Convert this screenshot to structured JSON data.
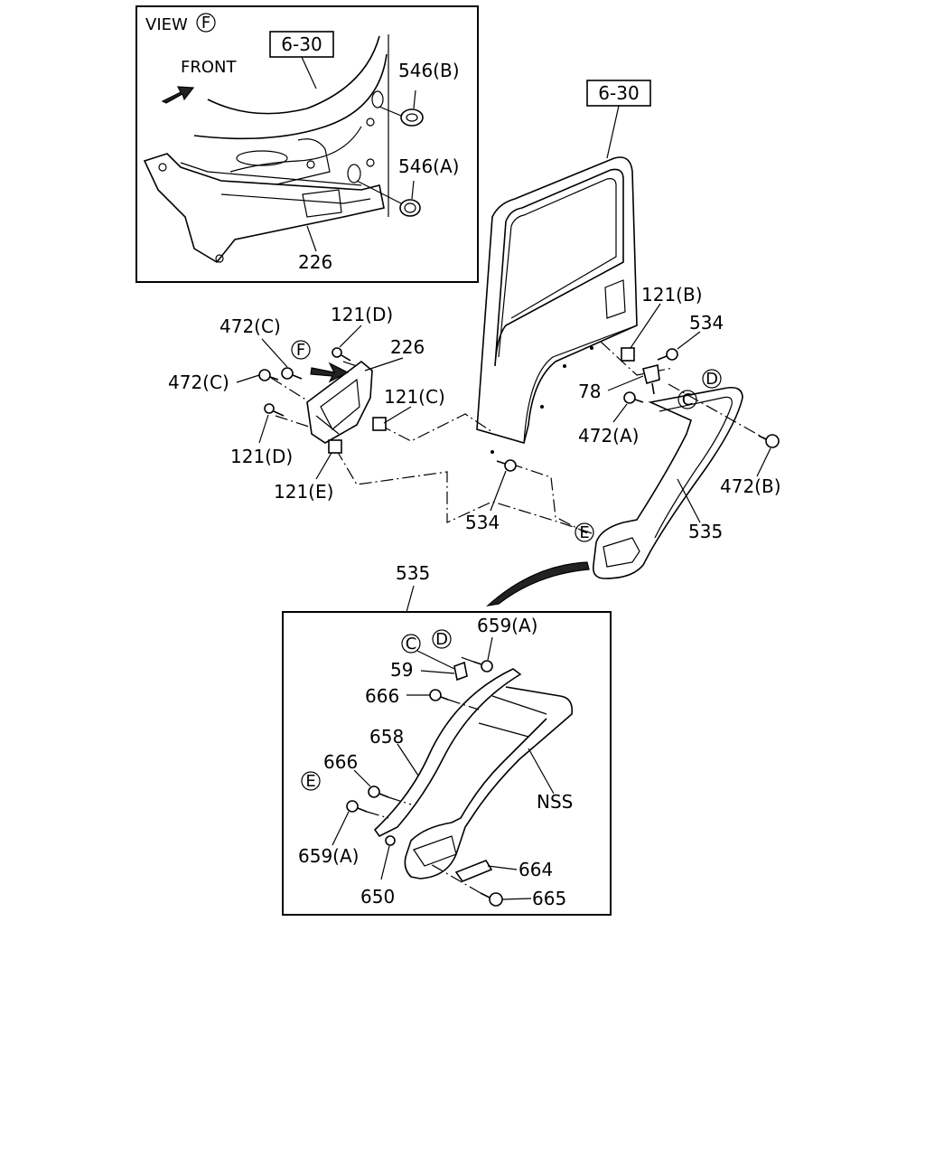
{
  "view_box": {
    "title_prefix": "VIEW",
    "title_letter": "F",
    "front_label": "FRONT",
    "ref_label": "6-30",
    "labels": {
      "grommet_b": "546(B)",
      "grommet_a": "546(A)",
      "bracket": "226"
    }
  },
  "main": {
    "ref_label": "6-30",
    "labels": {
      "clip_121b": "121(B)",
      "bolt_534_top": "534",
      "bolt_472c_top": "472(C)",
      "clip_121d_top": "121(D)",
      "bracket_226": "226",
      "bolt_472c_left": "472(C)",
      "clip_121c": "121(C)",
      "part_78": "78",
      "bolt_472a": "472(A)",
      "clip_121d_bottom": "121(D)",
      "clip_121e": "121(E)",
      "bolt_472b": "472(B)",
      "bolt_534_bottom": "534",
      "fender_535": "535"
    },
    "circle_letters": {
      "f": "F",
      "d": "D",
      "c": "C",
      "e": "E"
    }
  },
  "detail": {
    "title": "535",
    "labels": {
      "screw_659a_top": "659(A)",
      "part_59": "59",
      "screw_666_top": "666",
      "trim_658": "658",
      "screw_666_mid": "666",
      "fender_nss": "NSS",
      "screw_659a_bottom": "659(A)",
      "clip_650": "650",
      "plate_664": "664",
      "screw_665": "665"
    },
    "circle_letters": {
      "c": "C",
      "d": "D",
      "e": "E"
    }
  }
}
